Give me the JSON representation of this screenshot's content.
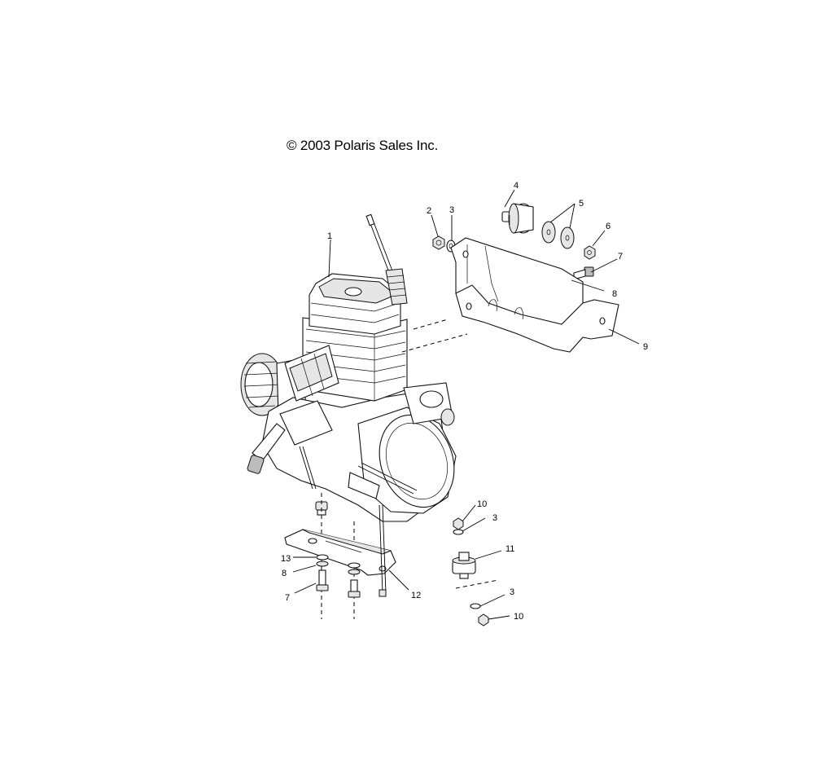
{
  "copyright": "© 2003 Polaris Sales Inc.",
  "callouts": {
    "c1": "1",
    "c2": "2",
    "c3a": "3",
    "c4": "4",
    "c5": "5",
    "c6": "6",
    "c7a": "7",
    "c8a": "8",
    "c9": "9",
    "c10a": "10",
    "c3b": "3",
    "c11": "11",
    "c3c": "3",
    "c10b": "10",
    "c13": "13",
    "c8b": "8",
    "c7b": "7",
    "c12": "12"
  }
}
